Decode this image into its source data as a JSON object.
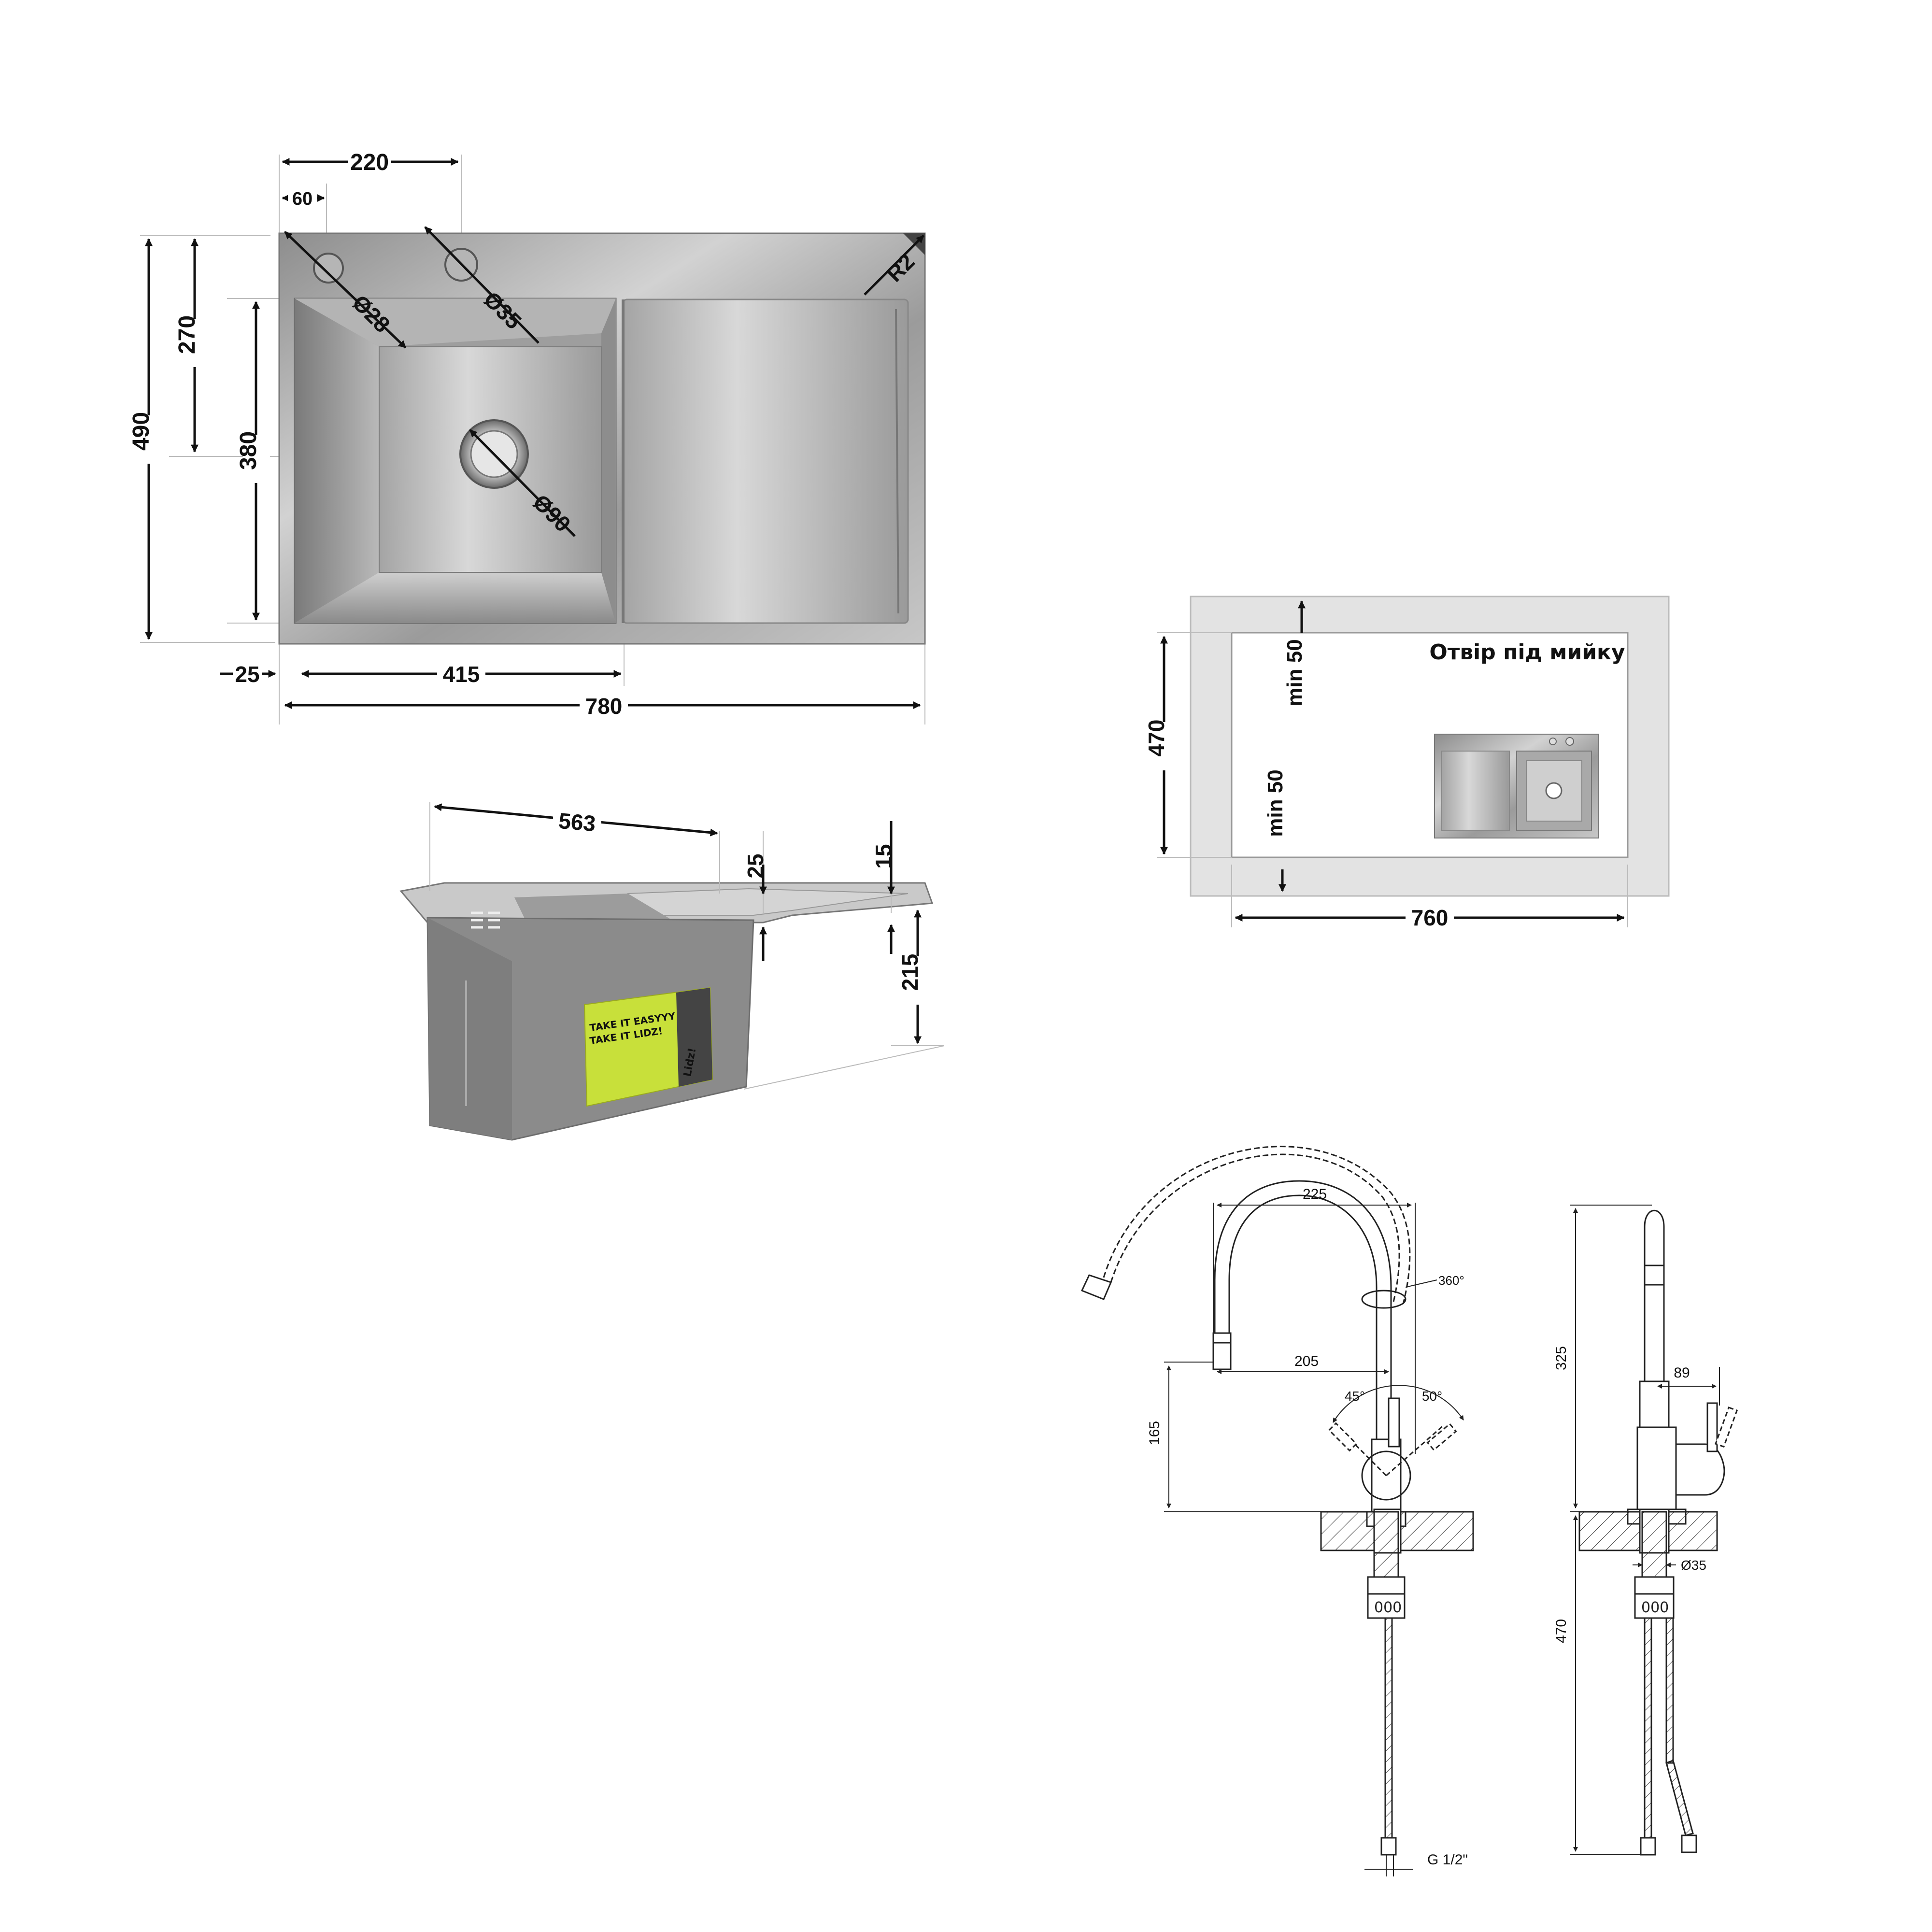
{
  "top_view": {
    "d_220": "220",
    "d_60": "60",
    "d_490": "490",
    "d_270": "270",
    "d_380": "380",
    "d_d28": "Ø28",
    "d_d35": "Ø35",
    "d_d90": "Ø90",
    "d_r2": "R2",
    "d_25": "25",
    "d_415": "415",
    "d_780": "780"
  },
  "side_view": {
    "d_563": "563",
    "d_25": "25",
    "d_15": "15",
    "d_215": "215",
    "label_line1": "TAKE IT EASYYY",
    "label_line2": "TAKE IT LIDZ!",
    "label_brand": "Lidz!"
  },
  "cutout": {
    "title": "Отвір під мийку",
    "d_min50_top": "min 50",
    "d_min50_bottom": "min 50",
    "d_470": "470",
    "d_760": "760"
  },
  "faucet": {
    "d_225": "225",
    "d_360": "360°",
    "d_205": "205",
    "d_45": "45°",
    "d_50": "50°",
    "d_165": "165",
    "d_g12": "G 1/2\"",
    "d_325": "325",
    "d_89": "89",
    "d_d35": "Ø35",
    "d_470": "470"
  },
  "colors": {
    "steel_light": "#d9d9d9",
    "steel_mid": "#a8a8a8",
    "steel_dark": "#6f6f6f",
    "cutout_fill": "#e3e3e3",
    "label_green": "#c8e03a",
    "body_grey": "#8f8f8f"
  }
}
